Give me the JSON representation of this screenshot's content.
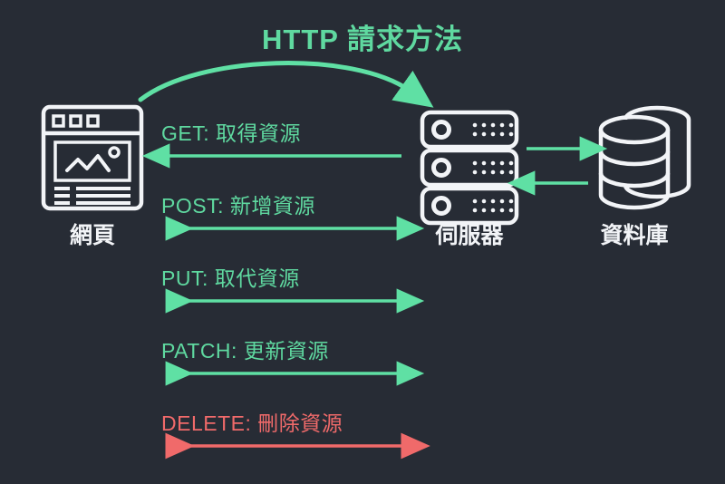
{
  "theme": {
    "background": "#272c35",
    "green": "#5fd9a0",
    "green_bright": "#5fe0a4",
    "red": "#f06a6a",
    "white": "#f2f4f7"
  },
  "diagram": {
    "title": "HTTP 請求方法",
    "nodes": [
      {
        "id": "webpage",
        "icon": "browser-window-icon",
        "caption": "網頁"
      },
      {
        "id": "server",
        "icon": "server-rack-icon",
        "caption": "伺服器"
      },
      {
        "id": "database",
        "icon": "database-cylinder-icon",
        "caption": "資料庫"
      }
    ],
    "flow_arc": {
      "name": "request-flow-arc",
      "from": "webpage",
      "to": "server",
      "direction": "right",
      "color": "#5fe0a4"
    },
    "methods": [
      {
        "name": "GET",
        "label": "GET: 取得資源",
        "direction": "left",
        "color": "#5fd9a0"
      },
      {
        "name": "POST",
        "label": "POST: 新增資源",
        "direction": "both",
        "color": "#5fd9a0"
      },
      {
        "name": "PUT",
        "label": "PUT: 取代資源",
        "direction": "both",
        "color": "#5fd9a0"
      },
      {
        "name": "PATCH",
        "label": "PATCH: 更新資源",
        "direction": "both",
        "color": "#5fd9a0"
      },
      {
        "name": "DELETE",
        "label": "DELETE: 刪除資源",
        "direction": "both",
        "color": "#f06a6a"
      }
    ],
    "server_db_links": [
      {
        "name": "server-to-database-arrow",
        "direction": "right",
        "color": "#5fd9a0"
      },
      {
        "name": "database-to-server-arrow",
        "direction": "left",
        "color": "#5fd9a0"
      }
    ]
  }
}
